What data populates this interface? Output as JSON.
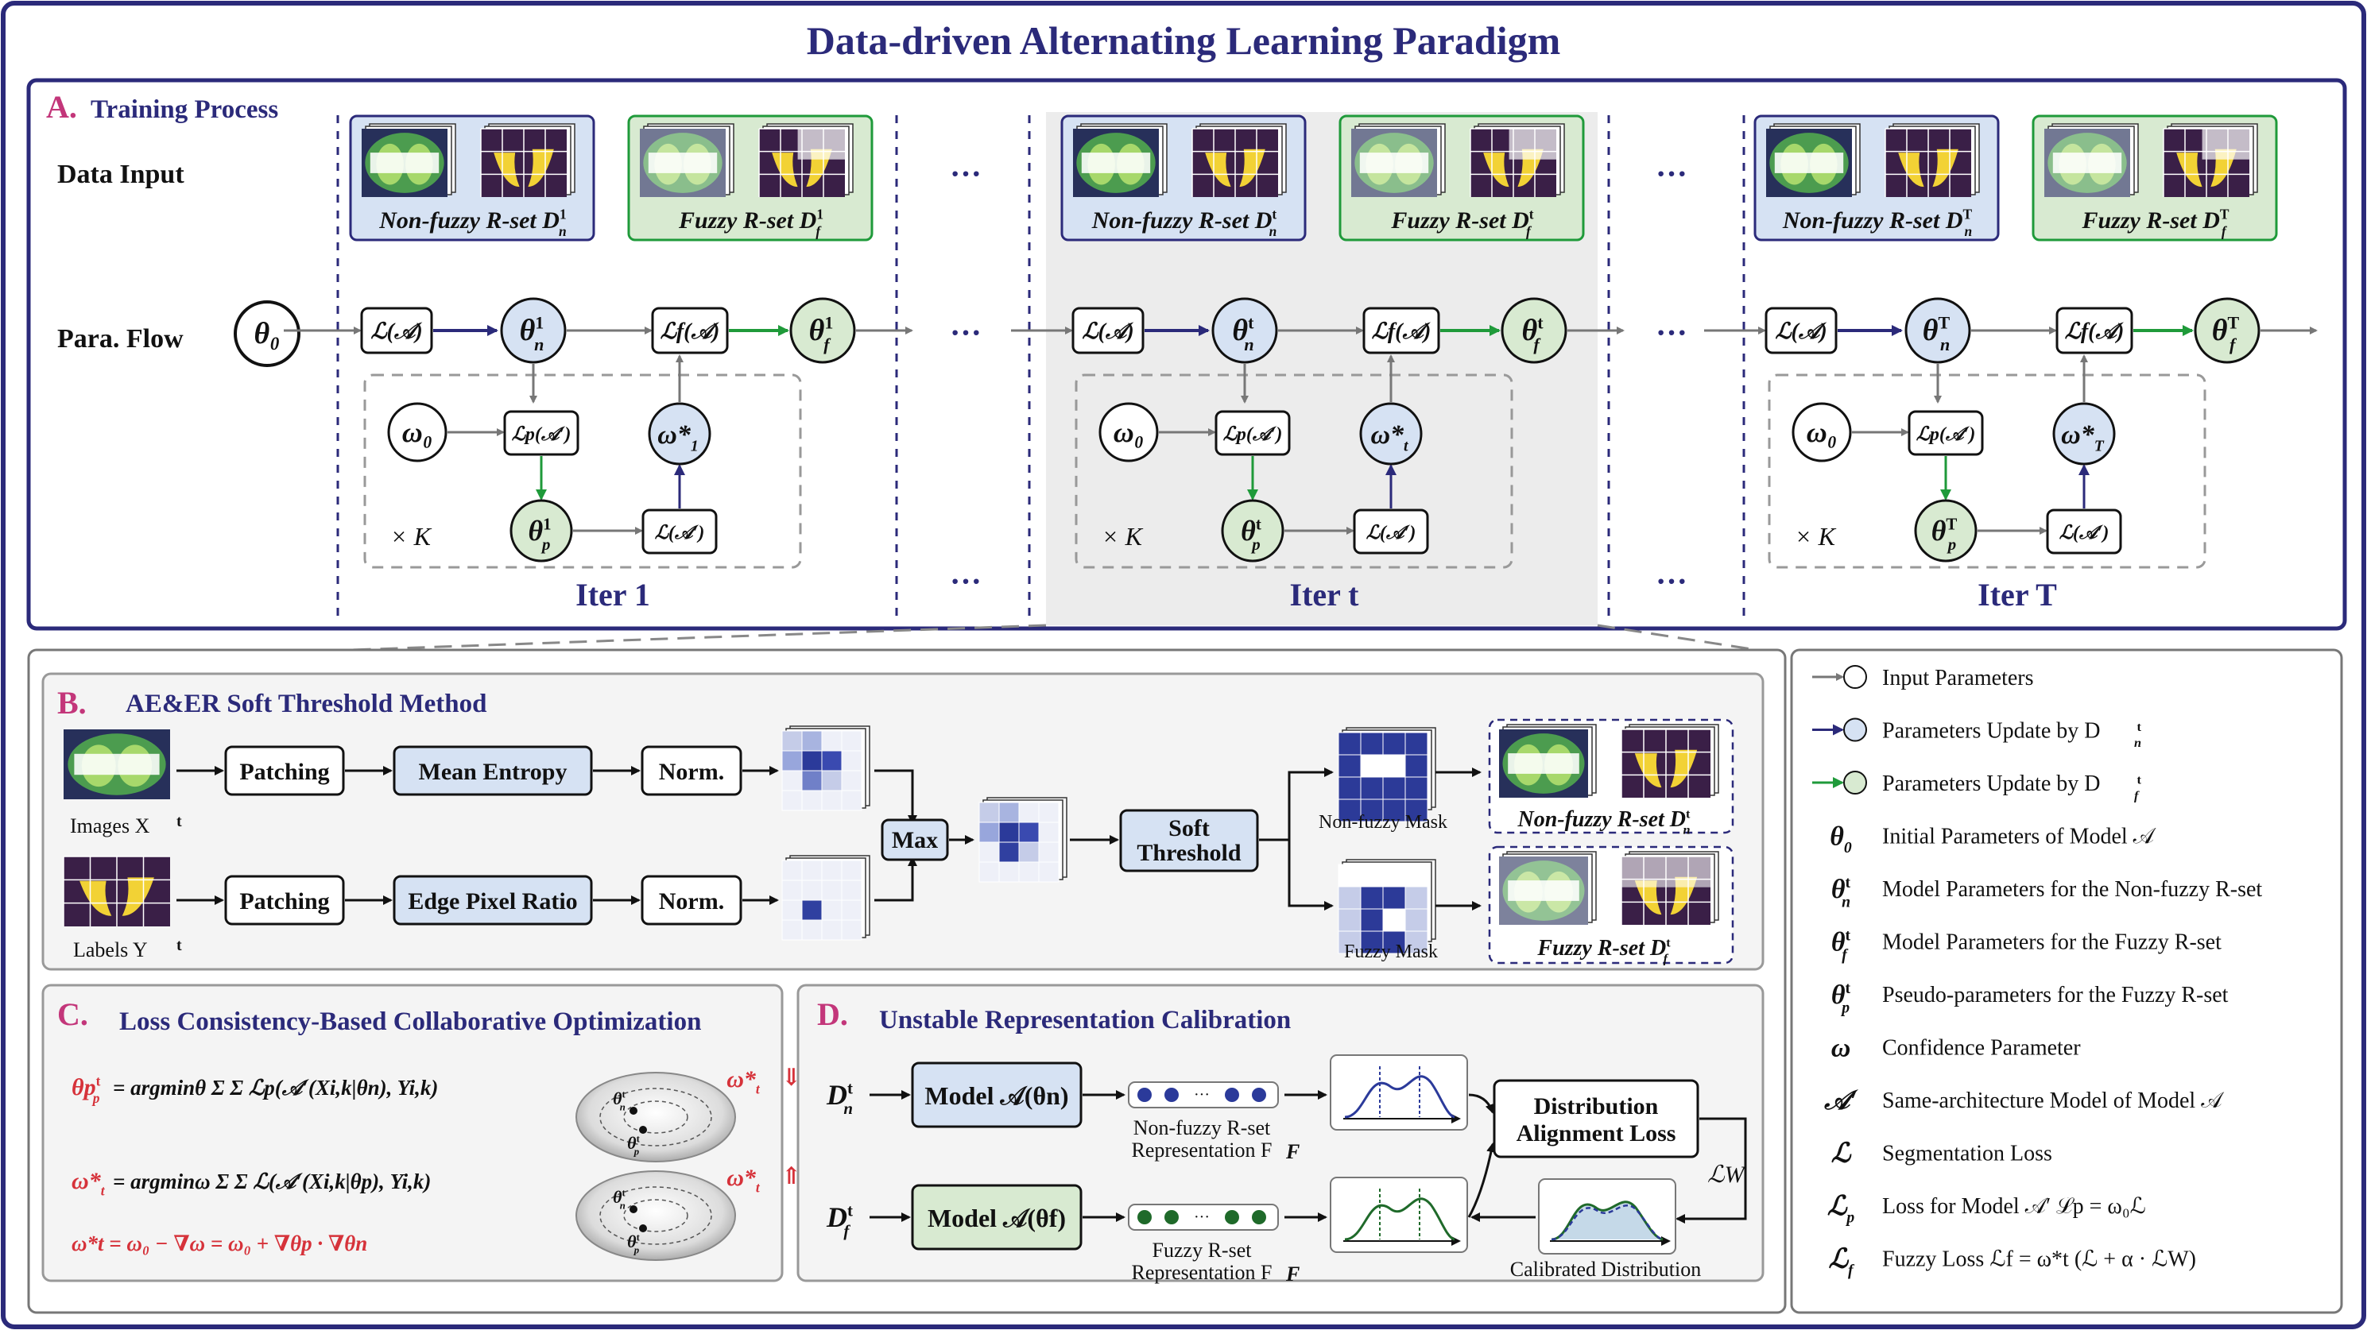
{
  "title": "Data-driven Alternating Learning Paradigm",
  "colors": {
    "navy": "#2b2a7a",
    "green": "#1f9a3a",
    "magenta": "#c3367a",
    "grey": "#777777",
    "lightblue": "#d6e2f3",
    "lightgreen": "#d8ead1",
    "greybg": "#eeeeee"
  },
  "panel_a": {
    "letter": "A.",
    "title": "Training Process",
    "data_input": "Data Input",
    "para_flow": "Para. Flow",
    "theta0": "θ₀",
    "ellipsis": "···",
    "iters": [
      {
        "label": "Iter 1",
        "sup": "1",
        "nonfuzzy": "Non-fuzzy R-set D",
        "fuzzy": "Fuzzy R-set D",
        "omega_star": "ω*",
        "omega_sub": "1"
      },
      {
        "label": "Iter t",
        "sup": "t",
        "nonfuzzy": "Non-fuzzy R-set D",
        "fuzzy": "Fuzzy R-set D",
        "omega_star": "ω*",
        "omega_sub": "t"
      },
      {
        "label": "Iter T",
        "sup": "T",
        "nonfuzzy": "Non-fuzzy R-set D",
        "fuzzy": "Fuzzy R-set D",
        "omega_star": "ω*",
        "omega_sub": "T"
      }
    ],
    "loss_main": "ℒ(𝒜)",
    "loss_fuzzy": "ℒf(𝒜)",
    "loss_pseudo": "ℒp(𝒜′)",
    "loss_prime": "ℒ(𝒜′)",
    "omega0": "ω₀",
    "times_k": "× K"
  },
  "panel_b": {
    "letter": "B.",
    "title": "AE&ER Soft Threshold Method",
    "images_label": "Images X",
    "labels_label": "Labels Y",
    "patching": "Patching",
    "mean_entropy": "Mean Entropy",
    "edge_pixel_ratio": "Edge Pixel Ratio",
    "norm": "Norm.",
    "max": "Max",
    "soft_threshold_1": "Soft",
    "soft_threshold_2": "Threshold",
    "nonfuzzy_mask": "Non-fuzzy Mask",
    "fuzzy_mask": "Fuzzy Mask",
    "nonfuzzy_rset": "Non-fuzzy R-set D",
    "fuzzy_rset": "Fuzzy R-set D"
  },
  "panel_c": {
    "letter": "C.",
    "title": "Loss Consistency-Based Collaborative Optimization",
    "eq1_lhs": "θp",
    "eq1_rhs": "= argminθ Σ Σ ℒp(𝒜′(Xi,k|θn), Yi,k)",
    "eq2_lhs": "ω*",
    "eq2_rhs": "= argminω Σ Σ ℒ(𝒜′(Xi,k|θp), Yi,k)",
    "eq3": "ω*t = ω₀ − ∇ω = ω₀ + ∇θp · ∇θn",
    "down_arrow": "⇓",
    "up_arrow": "⇑"
  },
  "panel_d": {
    "letter": "D.",
    "title": "Unstable Representation Calibration",
    "model_n": "Model 𝒜(θn)",
    "model_f": "Model 𝒜(θf)",
    "rep_n_1": "Non-fuzzy R-set",
    "rep_n_2": "Representation F",
    "rep_f_1": "Fuzzy R-set",
    "rep_f_2": "Representation F",
    "dal_1": "Distribution",
    "dal_2": "Alignment Loss",
    "lw": "ℒW",
    "calibrated": "Calibrated Distribution"
  },
  "legend": [
    {
      "text": "Input Parameters"
    },
    {
      "text": "Parameters Update by D"
    },
    {
      "text": "Parameters Update by D"
    },
    {
      "sym": "θ₀",
      "text": "Initial Parameters of Model 𝒜"
    },
    {
      "sym": "θn",
      "text": "Model Parameters for the Non-fuzzy R-set"
    },
    {
      "sym": "θf",
      "text": "Model Parameters for the Fuzzy R-set"
    },
    {
      "sym": "θp",
      "text": "Pseudo-parameters  for the Fuzzy R-set"
    },
    {
      "sym": "ω",
      "text": "Confidence Parameter"
    },
    {
      "sym": "𝒜′",
      "text": "Same-architecture Model of Model 𝒜"
    },
    {
      "sym": "ℒ",
      "text": "Segmentation Loss"
    },
    {
      "sym": "ℒp",
      "text": "Loss for Model 𝒜′    ℒp = ω₀ℒ"
    },
    {
      "sym": "ℒf",
      "text": "Fuzzy Loss  ℒf = ω*t (ℒ + α · ℒW)"
    }
  ]
}
